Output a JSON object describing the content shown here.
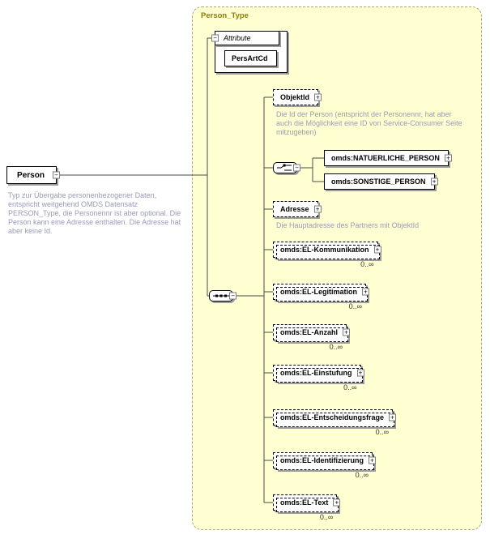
{
  "container": {
    "label": "Person_Type"
  },
  "root": {
    "label": "Person",
    "description": "Typ zur Übergabe personenbezogener Daten, entspricht weitgehend OMDS Datensatz PERSON_Type, die Personennr ist aber optional. Die Person kann eine Adresse enthalten. Die Adresse hat aber keine Id."
  },
  "attributes": {
    "header": "Attribute",
    "items": [
      {
        "label": "PersArtCd"
      }
    ]
  },
  "elements": {
    "objektid": {
      "label": "ObjektId",
      "description": "Die Id der Person (entspricht der Personennr, hat aber auch die Möglichkeit eine ID von Service-Consumer Seite mitzugeben)"
    },
    "natuerliche_person": {
      "label": "omds:NATUERLICHE_PERSON"
    },
    "sonstige_person": {
      "label": "omds:SONSTIGE_PERSON"
    },
    "adresse": {
      "label": "Adresse",
      "description": "Die Hauptadresse des Partners mit ObjektId"
    },
    "el_kommunikation": {
      "label": "omds:EL-Kommunikation",
      "occurs": "0..∞"
    },
    "el_legitimation": {
      "label": "omds:EL-Legitimation",
      "occurs": "0..∞"
    },
    "el_anzahl": {
      "label": "omds:EL-Anzahl",
      "occurs": "0..∞"
    },
    "el_einstufung": {
      "label": "omds:EL-Einstufung",
      "occurs": "0..∞"
    },
    "el_entscheidungsfrage": {
      "label": "omds:EL-Entscheidungsfrage",
      "occurs": "0..∞"
    },
    "el_identifizierung": {
      "label": "omds:EL-Identifizierung",
      "occurs": "0..∞"
    },
    "el_text": {
      "label": "omds:EL-Text",
      "occurs": "0..∞"
    }
  },
  "controls": {
    "collapse": "−",
    "expand": "+"
  }
}
